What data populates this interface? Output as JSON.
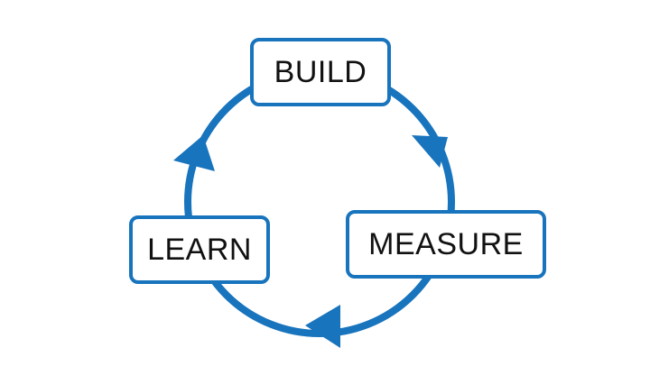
{
  "diagram": {
    "type": "cycle",
    "accent_color": "#1874bd",
    "text_color": "#111111",
    "nodes": [
      {
        "id": "build",
        "label": "BUILD"
      },
      {
        "id": "measure",
        "label": "MEASURE"
      },
      {
        "id": "learn",
        "label": "LEARN"
      }
    ],
    "flow": [
      "build",
      "measure",
      "learn",
      "build"
    ],
    "arrow_icon": "triangle-arrow-icon"
  }
}
